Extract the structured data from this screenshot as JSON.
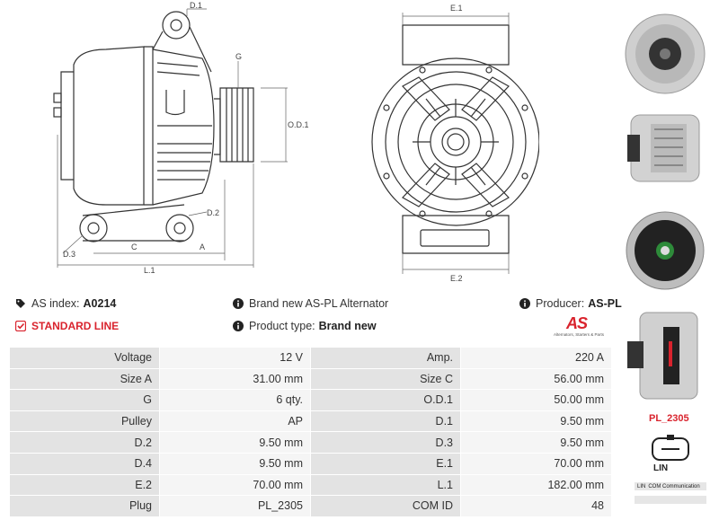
{
  "drawing": {
    "labels": {
      "d1": "D.1",
      "g": "G",
      "od1": "O.D.1",
      "d2": "D.2",
      "d3": "D.3",
      "c": "C",
      "a": "A",
      "l1": "L.1",
      "e1": "E.1",
      "e2": "E.2"
    }
  },
  "info": {
    "as_index_label": "AS index:",
    "as_index_value": "A0214",
    "brand_text": "Brand new AS-PL Alternator",
    "producer_label": "Producer:",
    "producer_value": "AS-PL",
    "line_label": "STANDARD LINE",
    "product_type_label": "Product type:",
    "product_type_value": "Brand new",
    "logo_text": "AS",
    "logo_tagline": "Alternators, Starters & Parts"
  },
  "specs": [
    {
      "l1": "Voltage",
      "v1": "12 V",
      "l2": "Amp.",
      "v2": "220 A"
    },
    {
      "l1": "Size A",
      "v1": "31.00 mm",
      "l2": "Size C",
      "v2": "56.00 mm"
    },
    {
      "l1": "G",
      "v1": "6 qty.",
      "l2": "O.D.1",
      "v2": "50.00 mm"
    },
    {
      "l1": "Pulley",
      "v1": "AP",
      "l2": "D.1",
      "v2": "9.50 mm"
    },
    {
      "l1": "D.2",
      "v1": "9.50 mm",
      "l2": "D.3",
      "v2": "9.50 mm"
    },
    {
      "l1": "D.4",
      "v1": "9.50 mm",
      "l2": "E.1",
      "v2": "70.00 mm"
    },
    {
      "l1": "E.2",
      "v1": "70.00 mm",
      "l2": "L.1",
      "v2": "182.00 mm"
    },
    {
      "l1": "Plug",
      "v1": "PL_2305",
      "l2": "COM ID",
      "v2": "48"
    }
  ],
  "side": {
    "plug_code": "PL_2305",
    "lin_label": "LIN",
    "pin_rows": [
      {
        "pin": "LIN",
        "desc": "COM Communication"
      },
      {
        "pin": "",
        "desc": ""
      }
    ]
  },
  "colors": {
    "accent_red": "#d9232d",
    "label_bg": "#e3e3e3",
    "value_bg": "#f5f5f5"
  }
}
